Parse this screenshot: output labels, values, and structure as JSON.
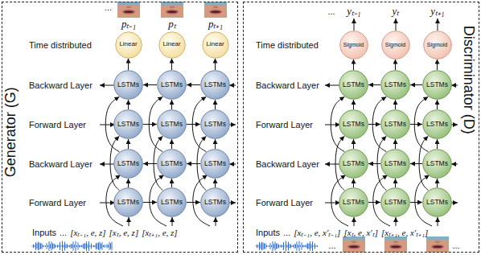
{
  "diagram": {
    "nodes": [
      {
        "text": [
          "Generator (G)"
        ]
      },
      {
        "text": [
          "Linear"
        ],
        "in": 0
      },
      {
        "text": [
          "Linear"
        ],
        "in": 0
      },
      {
        "text": [
          "Linear"
        ],
        "in": 0
      },
      {
        "text": [
          "LSTMs"
        ],
        "in": 0
      },
      {
        "text": [
          "LSTMs"
        ],
        "in": 0
      },
      {
        "text": [
          "LSTMs"
        ],
        "in": 0
      },
      {
        "text": [
          "LSTMs"
        ],
        "in": 0
      },
      {
        "text": [
          "LSTMs"
        ],
        "in": 0
      },
      {
        "text": [
          "LSTMs"
        ],
        "in": 0
      },
      {
        "text": [
          "LSTMs"
        ],
        "in": 0
      },
      {
        "text": [
          "LSTMs"
        ],
        "in": 0
      },
      {
        "text": [
          "LSTMs"
        ],
        "in": 0
      },
      {
        "text": [
          "LSTMs"
        ],
        "in": 0
      },
      {
        "text": [
          "LSTMs"
        ],
        "in": 0
      },
      {
        "text": [
          "LSTMs"
        ],
        "in": 0
      },
      {
        "text": [
          "Discriminator (D)"
        ]
      },
      {
        "text": [
          "Sigmoid"
        ],
        "in": 16
      },
      {
        "text": [
          "Sigmoid"
        ],
        "in": 16
      },
      {
        "text": [
          "Sigmoid"
        ],
        "in": 16
      },
      {
        "text": [
          "LSTMs"
        ],
        "in": 16
      },
      {
        "text": [
          "LSTMs"
        ],
        "in": 16
      },
      {
        "text": [
          "LSTMs"
        ],
        "in": 16
      },
      {
        "text": [
          "LSTMs"
        ],
        "in": 16
      },
      {
        "text": [
          "LSTMs"
        ],
        "in": 16
      },
      {
        "text": [
          "LSTMs"
        ],
        "in": 16
      },
      {
        "text": [
          "LSTMs"
        ],
        "in": 16
      },
      {
        "text": [
          "LSTMs"
        ],
        "in": 16
      },
      {
        "text": [
          "LSTMs"
        ],
        "in": 16
      },
      {
        "text": [
          "LSTMs"
        ],
        "in": 16
      },
      {
        "text": [
          "LSTMs"
        ],
        "in": 16
      },
      {
        "text": [
          "LSTMs"
        ],
        "in": 16
      }
    ],
    "edges": [
      {
        "from": 7,
        "to": 8,
        "arrow": "to"
      },
      {
        "from": 8,
        "to": 9,
        "arrow": "to"
      },
      {
        "from": 13,
        "to": 14,
        "arrow": "to"
      },
      {
        "from": 14,
        "to": 15,
        "arrow": "to"
      },
      {
        "from": 5,
        "to": 4,
        "arrow": "to"
      },
      {
        "from": 6,
        "to": 5,
        "arrow": "to"
      },
      {
        "from": 11,
        "to": 10,
        "arrow": "to"
      },
      {
        "from": 12,
        "to": 11,
        "arrow": "to"
      },
      {
        "from": 13,
        "to": 10,
        "arrow": "to"
      },
      {
        "from": 14,
        "to": 11,
        "arrow": "to"
      },
      {
        "from": 15,
        "to": 12,
        "arrow": "to"
      },
      {
        "from": 10,
        "to": 7,
        "arrow": "to"
      },
      {
        "from": 11,
        "to": 8,
        "arrow": "to"
      },
      {
        "from": 12,
        "to": 9,
        "arrow": "to"
      },
      {
        "from": 7,
        "to": 4,
        "arrow": "to"
      },
      {
        "from": 8,
        "to": 5,
        "arrow": "to"
      },
      {
        "from": 9,
        "to": 6,
        "arrow": "to"
      },
      {
        "from": 4,
        "to": 1,
        "arrow": "to"
      },
      {
        "from": 5,
        "to": 2,
        "arrow": "to"
      },
      {
        "from": 6,
        "to": 3,
        "arrow": "to"
      },
      {
        "from": 13,
        "to": 7,
        "arrow": "to"
      },
      {
        "from": 14,
        "to": 8,
        "arrow": "to"
      },
      {
        "from": 15,
        "to": 9,
        "arrow": "to"
      },
      {
        "from": 10,
        "to": 4,
        "arrow": "to"
      },
      {
        "from": 11,
        "to": 5,
        "arrow": "to"
      },
      {
        "from": 12,
        "to": 6,
        "arrow": "to"
      },
      {
        "from": 23,
        "to": 24,
        "arrow": "to"
      },
      {
        "from": 24,
        "to": 25,
        "arrow": "to"
      },
      {
        "from": 29,
        "to": 30,
        "arrow": "to"
      },
      {
        "from": 30,
        "to": 31,
        "arrow": "to"
      },
      {
        "from": 21,
        "to": 20,
        "arrow": "to"
      },
      {
        "from": 22,
        "to": 21,
        "arrow": "to"
      },
      {
        "from": 27,
        "to": 26,
        "arrow": "to"
      },
      {
        "from": 28,
        "to": 27,
        "arrow": "to"
      },
      {
        "from": 29,
        "to": 26,
        "arrow": "to"
      },
      {
        "from": 30,
        "to": 27,
        "arrow": "to"
      },
      {
        "from": 31,
        "to": 28,
        "arrow": "to"
      },
      {
        "from": 26,
        "to": 23,
        "arrow": "to"
      },
      {
        "from": 27,
        "to": 24,
        "arrow": "to"
      },
      {
        "from": 28,
        "to": 25,
        "arrow": "to"
      },
      {
        "from": 23,
        "to": 20,
        "arrow": "to"
      },
      {
        "from": 24,
        "to": 21,
        "arrow": "to"
      },
      {
        "from": 25,
        "to": 22,
        "arrow": "to"
      },
      {
        "from": 20,
        "to": 17,
        "arrow": "to"
      },
      {
        "from": 21,
        "to": 18,
        "arrow": "to"
      },
      {
        "from": 22,
        "to": 19,
        "arrow": "to"
      },
      {
        "from": 29,
        "to": 23,
        "arrow": "to"
      },
      {
        "from": 30,
        "to": 24,
        "arrow": "to"
      },
      {
        "from": 31,
        "to": 25,
        "arrow": "to"
      },
      {
        "from": 26,
        "to": 20,
        "arrow": "to"
      },
      {
        "from": 27,
        "to": 21,
        "arrow": "to"
      },
      {
        "from": 28,
        "to": 22,
        "arrow": "to"
      }
    ],
    "labels": [
      "...",
      "pₜ₋₁",
      "pₜ",
      "pₜ₊₁",
      "Time distributed",
      "Backward Layer",
      "Forward Layer",
      "Backward Layer",
      "Forward Layer",
      "Inputs",
      "...",
      "[xₜ₋₁, e, z]",
      "[xₜ, e, z]",
      "[xₜ₊₁, e, z]",
      "...",
      "yₜ₋₁",
      "yₜ",
      "yₜ₊₁",
      "Time distributed",
      "Backward Layer",
      "Forward Layer",
      "Backward Layer",
      "Forward Layer",
      "Inputs",
      "...",
      "[xₜ₋₁, e, x′ₜ₋₁]",
      "[xₜ, e, x′ₜ]",
      "[xₜ₊₁, e, x′ₜ₊₁]",
      "...",
      "..."
    ]
  }
}
